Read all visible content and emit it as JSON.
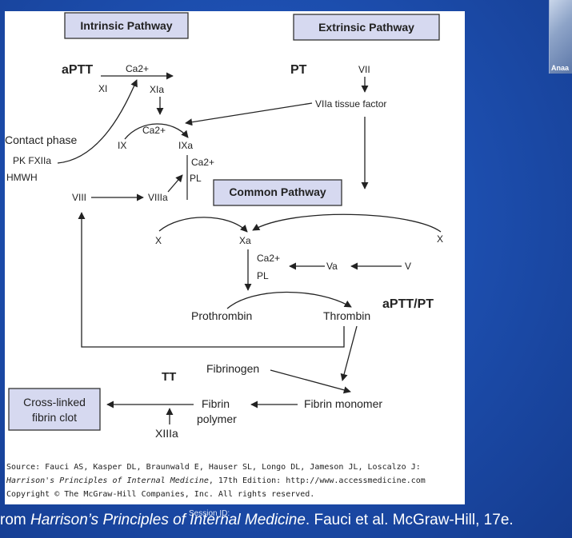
{
  "diagram": {
    "boxes": {
      "intrinsic": "Intrinsic Pathway",
      "extrinsic": "Extrinsic Pathway",
      "common": "Common Pathway",
      "clot": [
        "Cross-linked",
        "fibrin clot"
      ]
    },
    "labels": {
      "aptt": "aPTT",
      "pt": "PT",
      "aptt_pt": "aPTT/PT",
      "tt": "TT",
      "ca2_a": "Ca2+",
      "ca2_b": "Ca2+",
      "ca2_c": "Ca2+",
      "ca2_d": "Ca2+",
      "xi": "XI",
      "xia": "XIa",
      "vii": "VII",
      "viia_tf": "VIIa tissue factor",
      "contact_phase": "Contact phase",
      "pk_fxiia": "PK FXIIa",
      "hmwh": "HMWH",
      "ix": "IX",
      "ixa": "IXa",
      "pl_a": "PL",
      "pl_b": "PL",
      "viii": "VIII",
      "viiia": "VIIIa",
      "x_left": "X",
      "xa": "Xa",
      "x_right": "X",
      "va": "Va",
      "v": "V",
      "prothrombin": "Prothrombin",
      "thrombin": "Thrombin",
      "fibrinogen": "Fibrinogen",
      "fibrin_monomer": "Fibrin monomer",
      "fibrin_polymer": [
        "Fibrin",
        "polymer"
      ],
      "xiiia": "XIIIa"
    }
  },
  "source": {
    "line1": "Source: Fauci AS, Kasper DL, Braunwald E, Hauser SL, Longo DL, Jameson JL, Loscalzo J:",
    "line2_book": "Harrison's Principles of Internal Medicine",
    "line2_rest": ", 17th Edition: http://www.accessmedicine.com",
    "line3": "Copyright © The McGraw-Hill Companies, Inc. All rights reserved."
  },
  "caption": {
    "prefix": "rom ",
    "book": "Harrison’s Principles of Internal Medicine",
    "suffix": ". Fauci et al. McGraw-Hill, 17e."
  },
  "session_label": "Session ID:",
  "thumbnail_label": "Anaa",
  "colors": {
    "background": "#1d4fb0",
    "box_fill": "#d6d9f0",
    "ink": "#222222"
  }
}
